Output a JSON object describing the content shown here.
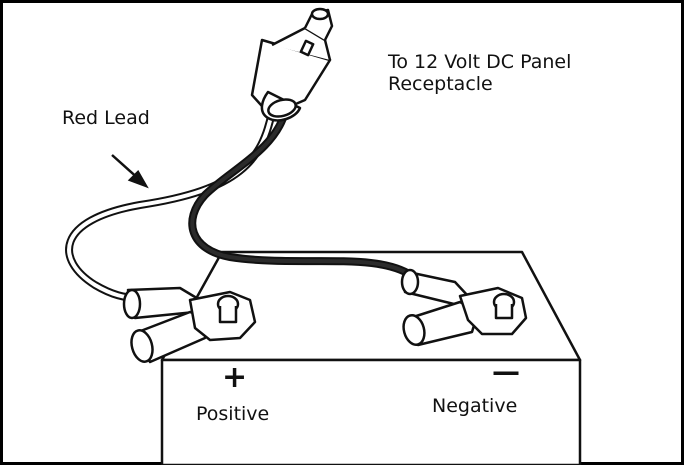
{
  "labels": {
    "destination_line1": "To 12 Volt DC Panel",
    "destination_line2": "Receptacle",
    "red_lead": "Red Lead",
    "positive_symbol": "+",
    "positive": "Positive",
    "negative_symbol": "—",
    "negative": "Negative"
  },
  "colors": {
    "outline": "#111111",
    "black_lead": "#1a1a1a",
    "red_lead": "#ffffff",
    "background": "#ffffff"
  }
}
